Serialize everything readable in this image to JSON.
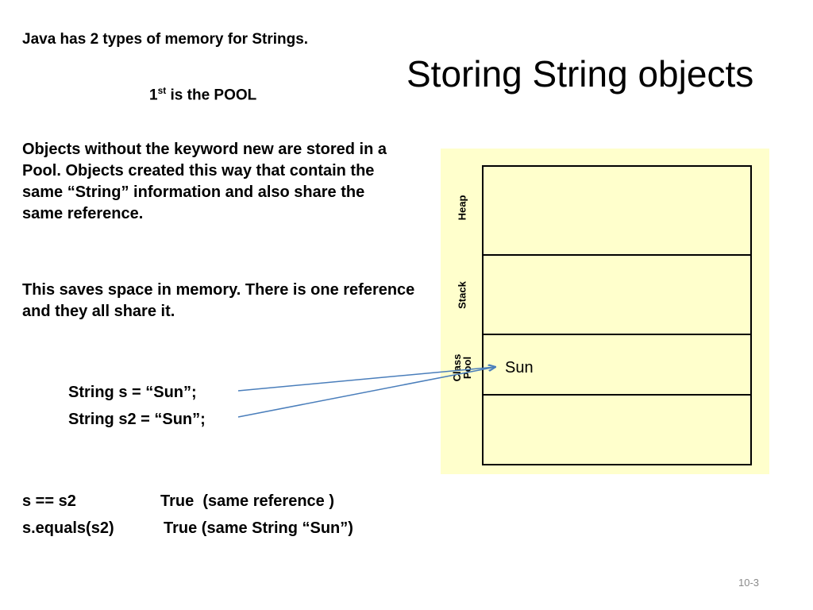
{
  "slide": {
    "title": "Storing String objects",
    "intro": "Java has 2 types of memory for Strings.",
    "pool_line": {
      "ordinal": "1",
      "ordinal_suffix": "st",
      "rest": " is the POOL"
    },
    "paragraph1": "Objects without the keyword new are stored in a Pool.  Objects created this way that contain the same “String” information and also share the same reference.",
    "paragraph2": "This saves space in memory.  There is one reference and they all share it.",
    "code": [
      "String s = “Sun”;",
      "String s2 = “Sun”;"
    ],
    "comparisons": [
      {
        "expr": "s == s2",
        "result": "True  (same reference )"
      },
      {
        "expr": "s.equals(s2)",
        "result": "True (same String “Sun”)"
      }
    ],
    "diagram": {
      "labels": {
        "heap": "Heap",
        "stack": "Stack",
        "pool_line1": "Class",
        "pool_line2": "Pool"
      },
      "pool_value": "Sun",
      "background_color": "#ffffcc",
      "arrow_color": "#4a7ebb"
    },
    "page_number": "10-3"
  }
}
